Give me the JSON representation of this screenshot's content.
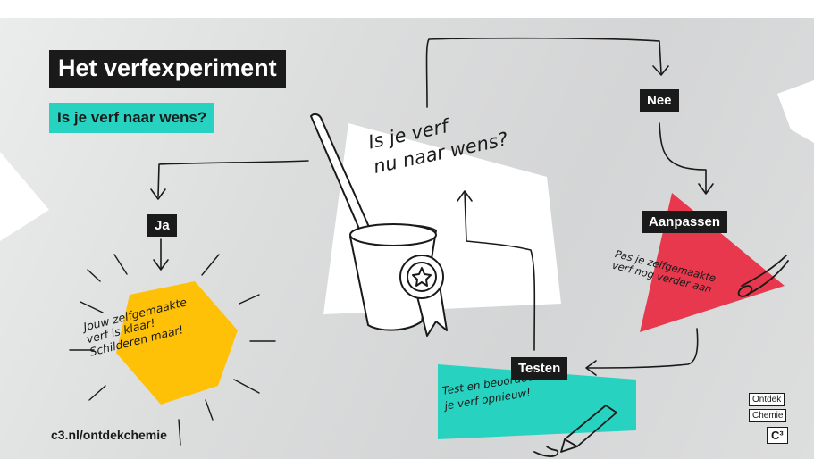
{
  "header": {
    "title": "Het verfexperiment",
    "subtitle": "Is je verf naar wens?"
  },
  "center": {
    "question_line1": "Is je verf",
    "question_line2": "nu naar wens?"
  },
  "branches": {
    "yes_label": "Ja",
    "no_label": "Nee",
    "adjust_label": "Aanpassen",
    "test_label": "Testen"
  },
  "notes": {
    "done_line1": "Jouw zelfgemaakte",
    "done_line2": "verf is klaar!",
    "done_line3": "Schilderen maar!",
    "adjust_line1": "Pas je zelfgemaakte",
    "adjust_line2": "verf nog verder aan",
    "test_line1": "Test en beoordeel",
    "test_line2": "je verf opnieuw!"
  },
  "footer": {
    "url": "c3.nl/ontdekchemie",
    "logo_word1": "Ontdek",
    "logo_word2": "Chemie",
    "logo_mark": "C³"
  },
  "colors": {
    "teal": "#27d3c0",
    "red": "#e8384d",
    "yellow": "#ffc107",
    "dark": "#1a1a1a"
  }
}
